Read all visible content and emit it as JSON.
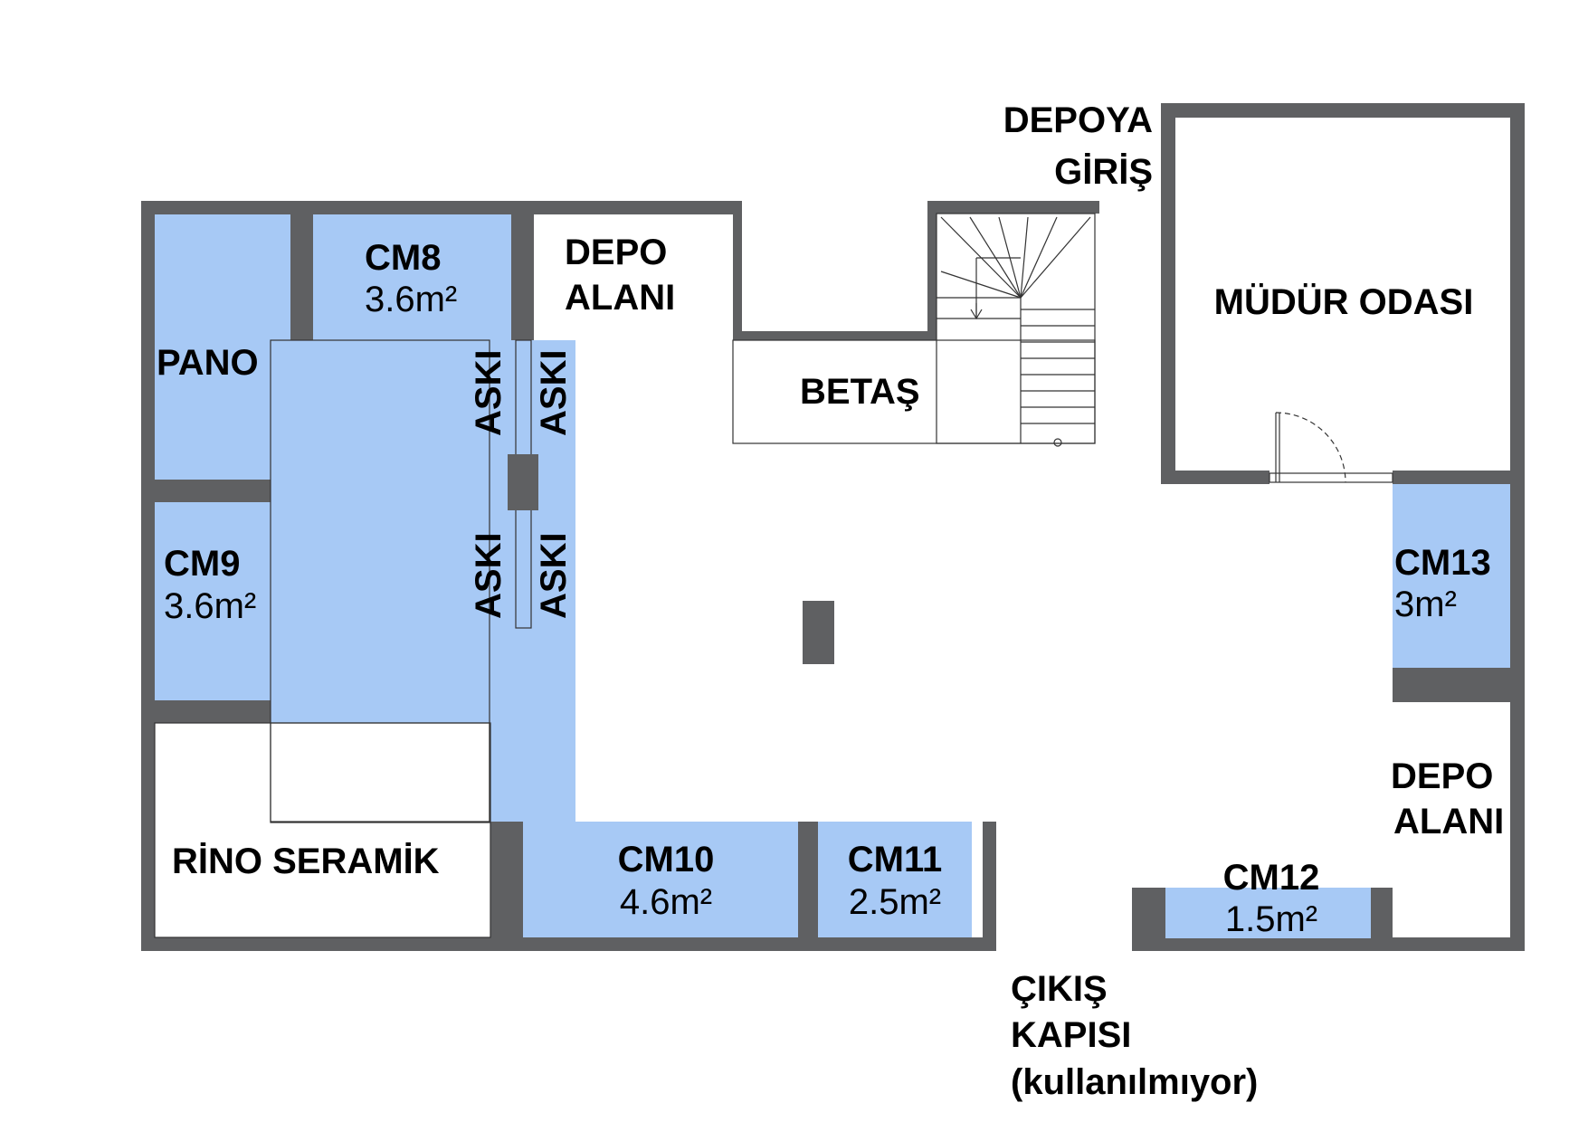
{
  "labels": {
    "depoya_giris": [
      "DEPOYA",
      "GİRİŞ"
    ],
    "pano": "PANO",
    "cm8": {
      "name": "CM8",
      "area": "3.6m²"
    },
    "cm9": {
      "name": "CM9",
      "area": "3.6m²"
    },
    "cm10": {
      "name": "CM10",
      "area": "4.6m²"
    },
    "cm11": {
      "name": "CM11",
      "area": "2.5m²"
    },
    "cm12": {
      "name": "CM12",
      "area": "1.5m²"
    },
    "cm13": {
      "name": "CM13",
      "area": "3m²"
    },
    "depo_alani_top": [
      "DEPO",
      "ALANI"
    ],
    "depo_alani_right": [
      "DEPO",
      "ALANI"
    ],
    "betas": "BETAŞ",
    "mudur_odasi": "MÜDÜR ODASI",
    "rino_seramik": "RİNO SERAMİK",
    "aski": "ASKI",
    "cikis_kapisi": [
      "ÇIKIŞ",
      "KAPISI",
      "(kullanılmıyor)"
    ]
  },
  "colors": {
    "wall": "#5f6062",
    "rented_space": "#a7c9f5",
    "background": "#ffffff",
    "line": "#333333"
  }
}
